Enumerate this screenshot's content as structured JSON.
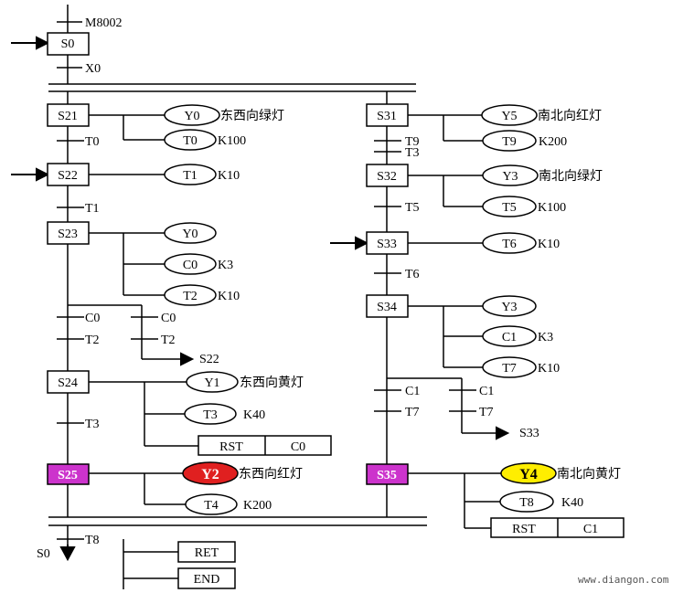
{
  "init": {
    "contact": "M8002",
    "state": "S0",
    "transition": "X0"
  },
  "branch_left": {
    "s21": "S21",
    "y0_coil": "Y0",
    "y0_text": "东西向绿灯",
    "t0_coil": "T0",
    "t0_k": "K100",
    "t0_cond": "T0",
    "s22": "S22",
    "t1_coil": "T1",
    "t1_k": "K10",
    "t1_cond": "T1",
    "s23": "S23",
    "y0b_coil": "Y0",
    "c0_coil": "C0",
    "c0_k": "K3",
    "t2_coil": "T2",
    "t2_k": "K10",
    "c0_contact": "C0",
    "c0_contact_b": "C0",
    "t2_contact": "T2",
    "t2_contact_b": "T2",
    "jump": "S22",
    "s24": "S24",
    "y1_coil": "Y1",
    "y1_text": "东西向黄灯",
    "t3_coil": "T3",
    "t3_k": "K40",
    "t3_cond": "T3",
    "rst_label": "RST",
    "rst_target": "C0",
    "s25": "S25",
    "y2_coil": "Y2",
    "y2_text": "东西向红灯",
    "t4_coil": "T4",
    "t4_k": "K200"
  },
  "branch_right": {
    "s31": "S31",
    "y5_coil": "Y5",
    "y5_text": "南北向红灯",
    "t9_coil": "T9",
    "t9_k": "K200",
    "t9_cond": "T9",
    "t3_cond": "T3",
    "s32": "S32",
    "y3_coil": "Y3",
    "y3_text": "南北向绿灯",
    "t5_coil": "T5",
    "t5_k": "K100",
    "t5_cond": "T5",
    "s33": "S33",
    "t6_coil": "T6",
    "t6_k": "K10",
    "t6_cond": "T6",
    "s34": "S34",
    "y3b_coil": "Y3",
    "c1_coil": "C1",
    "c1_k": "K3",
    "t7_coil": "T7",
    "t7_k": "K10",
    "c1_contact": "C1",
    "c1_contact_b": "C1",
    "t7_contact": "T7",
    "t7_contact_b": "T7",
    "jump": "S33",
    "s35": "S35",
    "y4_coil": "Y4",
    "y4_text": "南北向黄灯",
    "t8_coil": "T8",
    "t8_k": "K40",
    "rst_label": "RST",
    "rst_target": "C1"
  },
  "end_section": {
    "t8_cond": "T8",
    "s0_return": "S0",
    "ret": "RET",
    "end": "END"
  },
  "watermark": "www.diangon.com",
  "colors": {
    "line": "#000000",
    "step_box_fill": "#ffffff",
    "active_step_fill": "#cc33cc",
    "y2_fill": "#e02020",
    "y4_fill": "#ffee00"
  }
}
